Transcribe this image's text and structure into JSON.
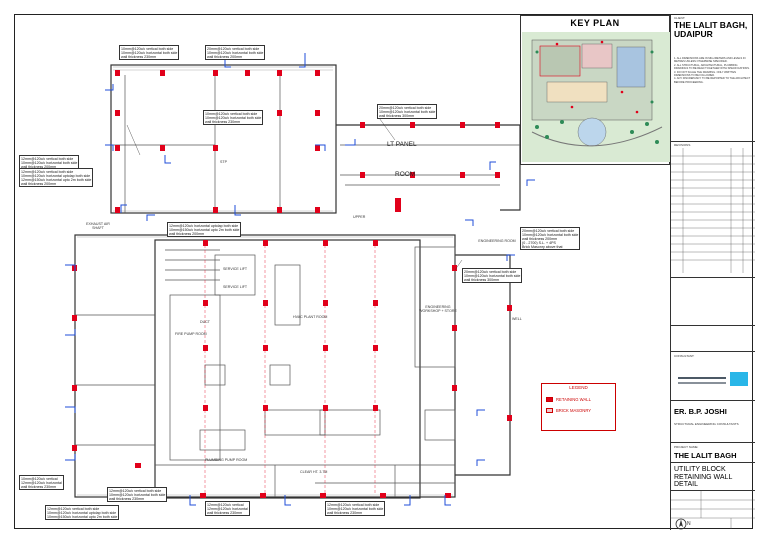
{
  "key_plan": {
    "title": "KEY PLAN"
  },
  "title_block": {
    "client_label": "CLIENT:",
    "project_name": "THE LALIT BAGH, UDAIPUR",
    "notes": [
      "1. ALL DIMENSIONS ARE IN MILLIMETERS AND LEVELS IN METRES UNLESS OTHERWISE SPECIFIED.",
      "2. ALL STRUCTURAL, ARCHITECTURAL, PLUMBING DRAWINGS TO BE READ TOGETHER WITH SPECIFICATIONS.",
      "3. DO NOT SCALE THE DRAWING. ONLY WRITTEN DIMENSIONS TO BE FOLLOWED.",
      "4. ANY DISCREPANCY TO BE REPORTED TO THE ARCHITECT BEFORE PROCEEDING."
    ],
    "revisions_label": "REVISIONS",
    "consultant_label": "CONSULTANT:",
    "engineer": "ER. B.P. JOSHI",
    "engineer_role": "STRUCTURAL ENGINEERING CONSULTANTS",
    "project_label": "PROJECT NAME:",
    "project_short": "THE LALIT BAGH",
    "drawing_title": "UTILITY BLOCK RETAINING WALL DETAIL",
    "north": "N"
  },
  "rooms": {
    "stp": "STP",
    "lt_panel": "LT PANEL",
    "lt_room": "ROOM",
    "hvac": "HVAC PLANT ROOM",
    "fire_pump": "FIRE PUMP ROOM",
    "plumbing_pump": "PLUMBING PUMP ROOM",
    "engineering_room": "ENGINEERING ROOM",
    "engineering_workshop": "ENGINEERING WORKSHOP + STORE",
    "well": "WELL",
    "clear_ht": "CLEAR HT. 3.7M",
    "service_lift_1": "SERVICE LIFT",
    "service_lift_2": "SERVICE LIFT",
    "duct": "DUCT",
    "exhaust": "EXHAUST AIR SHAFT",
    "upper": "UPPER"
  },
  "notes": {
    "n1": [
      "10mm@120c/c vertical both side",
      "10mm@120c/c horizontal both side",
      "wall thickness 230mm"
    ],
    "n2": [
      "20mm@120c/c vertical both side",
      "10mm@120c/c horizontal both side",
      "wall thickness 200mm"
    ],
    "n3": [
      "10mm@120c/c vertical both side",
      "10mm@120c/c horizontal both side",
      "wall thickness 230mm"
    ],
    "n4": [
      "12mm@120c/c vertical both side",
      "10mm@120c/c horizontal both side",
      "wall thickness 200mm"
    ],
    "n5": [
      "12mm@120c/c vertical both side",
      "10mm@120c/c horizontal uptolap both side",
      "12mm@150c/c horizontal upto 2m both side",
      "wall thickness 200mm"
    ],
    "n6": [
      "20mm@120c/c vertical both side",
      "10mm@120c/c horizontal both side",
      "wall thickness 300mm"
    ],
    "n7": [
      "12mm@120c/c vertical",
      "wall thickness 230mm"
    ],
    "n8": [
      "20mm@120c/c vertical both side",
      "10mm@120c/c horizontal both side",
      "wall thickness 200mm",
      "(0 - 2700) S.L. + 4PS",
      "Brick Masonry above that"
    ],
    "n9": [
      "20mm@120c/c vertical both side",
      "10mm@120c/c horizontal both side",
      "wall thickness 300mm"
    ],
    "n10": [
      "12mm@120c/c horizontal uptolap both side",
      "10mm@150c/c horizontal upto 2m both side",
      "wall thickness 200mm"
    ],
    "n11": [
      "10mm@120c/c vertical",
      "12mm@120c/c horizontal",
      "wall thickness 230mm"
    ],
    "n12": [
      "12mm@120c/c vertical both side",
      "10mm@120c/c horizontal uptolap both side",
      "10mm@150c/c horizontal upto 2m both side"
    ],
    "n13": [
      "12mm@120c/c vertical",
      "12mm@120c/c horizontal",
      "wall thickness 230mm"
    ],
    "n14": [
      "12mm@120c/c vertical both side",
      "10mm@120c/c horizontal both side",
      "wall thickness 230mm"
    ],
    "n15": [
      "12mm@120c/c vertical both side",
      "10mm@120c/c horizontal both side",
      "wall thickness 230mm"
    ]
  },
  "legend": {
    "title": "LEGEND",
    "retaining_wall": "RETAINING WALL",
    "brick_masonry": "BRICK MASONRY"
  },
  "colors": {
    "wall": "#333333",
    "column": "#e1001a",
    "marker": "#1f4ed8",
    "note_border": "#333333"
  }
}
